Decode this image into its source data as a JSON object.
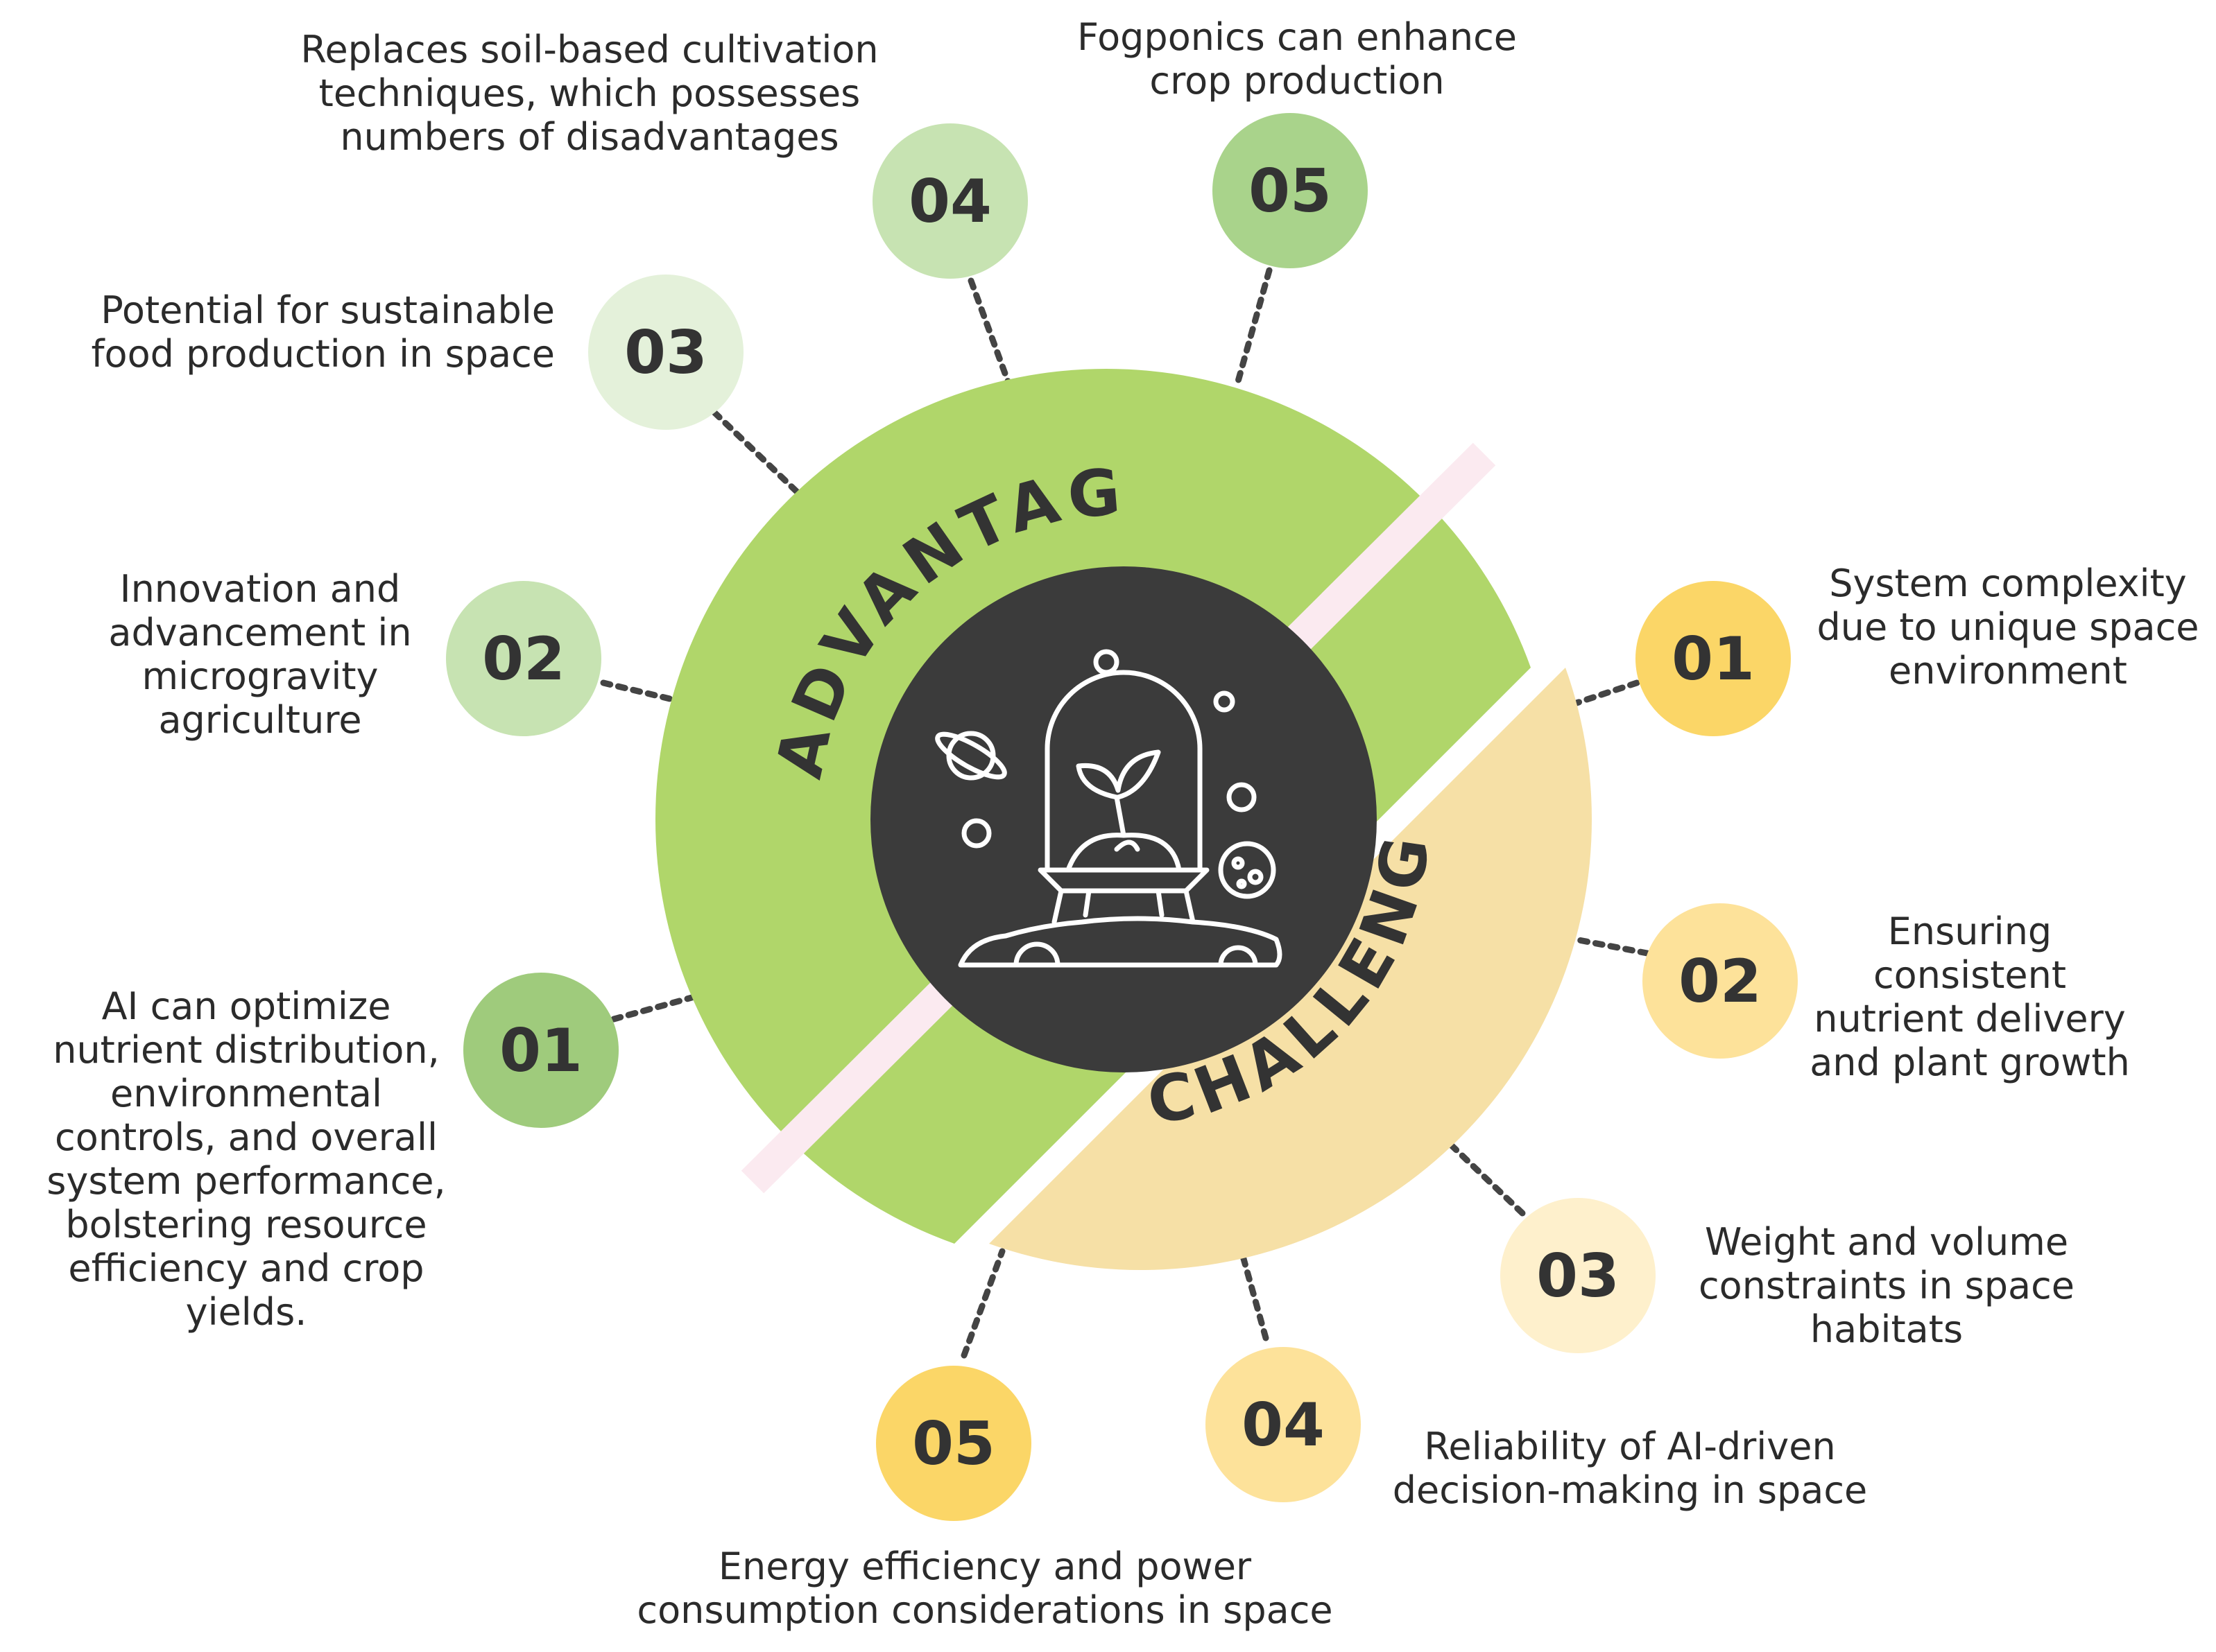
{
  "advantages": {
    "heading": "ADVANTAGES",
    "items": [
      {
        "number": "01",
        "text": [
          "AI can optimize",
          "nutrient distribution,",
          "environmental",
          "controls, and overall",
          "system performance,",
          "bolstering resource",
          "efficiency and crop",
          "yields."
        ],
        "color": "#9fcb7c"
      },
      {
        "number": "02",
        "text": [
          "Innovation and",
          "advancement in",
          "microgravity",
          "agriculture"
        ],
        "color": "#c7e3b2"
      },
      {
        "number": "03",
        "text": [
          "Potential for sustainable",
          "food production in space"
        ],
        "color": "#e4f1da"
      },
      {
        "number": "04",
        "text": [
          "Replaces soil-based cultivation",
          "techniques, which possesses",
          "numbers of disadvantages"
        ],
        "color": "#c7e3b2"
      },
      {
        "number": "05",
        "text": [
          "Fogponics can enhance",
          "crop production"
        ],
        "color": "#a9d38b"
      }
    ]
  },
  "challenges": {
    "heading": "CHALLENGES",
    "items": [
      {
        "number": "01",
        "text": [
          "System complexity",
          "due to unique space",
          "environment"
        ],
        "color": "#fbd667"
      },
      {
        "number": "02",
        "text": [
          "Ensuring",
          "consistent",
          "nutrient delivery",
          "and plant growth"
        ],
        "color": "#fde29a"
      },
      {
        "number": "03",
        "text": [
          "Weight and volume",
          "constraints in space",
          "habitats"
        ],
        "color": "#fef0cc"
      },
      {
        "number": "04",
        "text": [
          "Reliability of AI-driven",
          "decision-making in space"
        ],
        "color": "#fde29a"
      },
      {
        "number": "05",
        "text": [
          "Energy efficiency and power",
          "consumption considerations in space"
        ],
        "color": "#fbd667"
      }
    ]
  },
  "colors": {
    "advantages_ring": "#b0d66a",
    "challenges_ring": "#f6e0a6",
    "center": "#3b3b3b",
    "divider": "#fbeaf0",
    "number_text": "#333333"
  },
  "center_icon": "plant-in-dome-space-icon"
}
